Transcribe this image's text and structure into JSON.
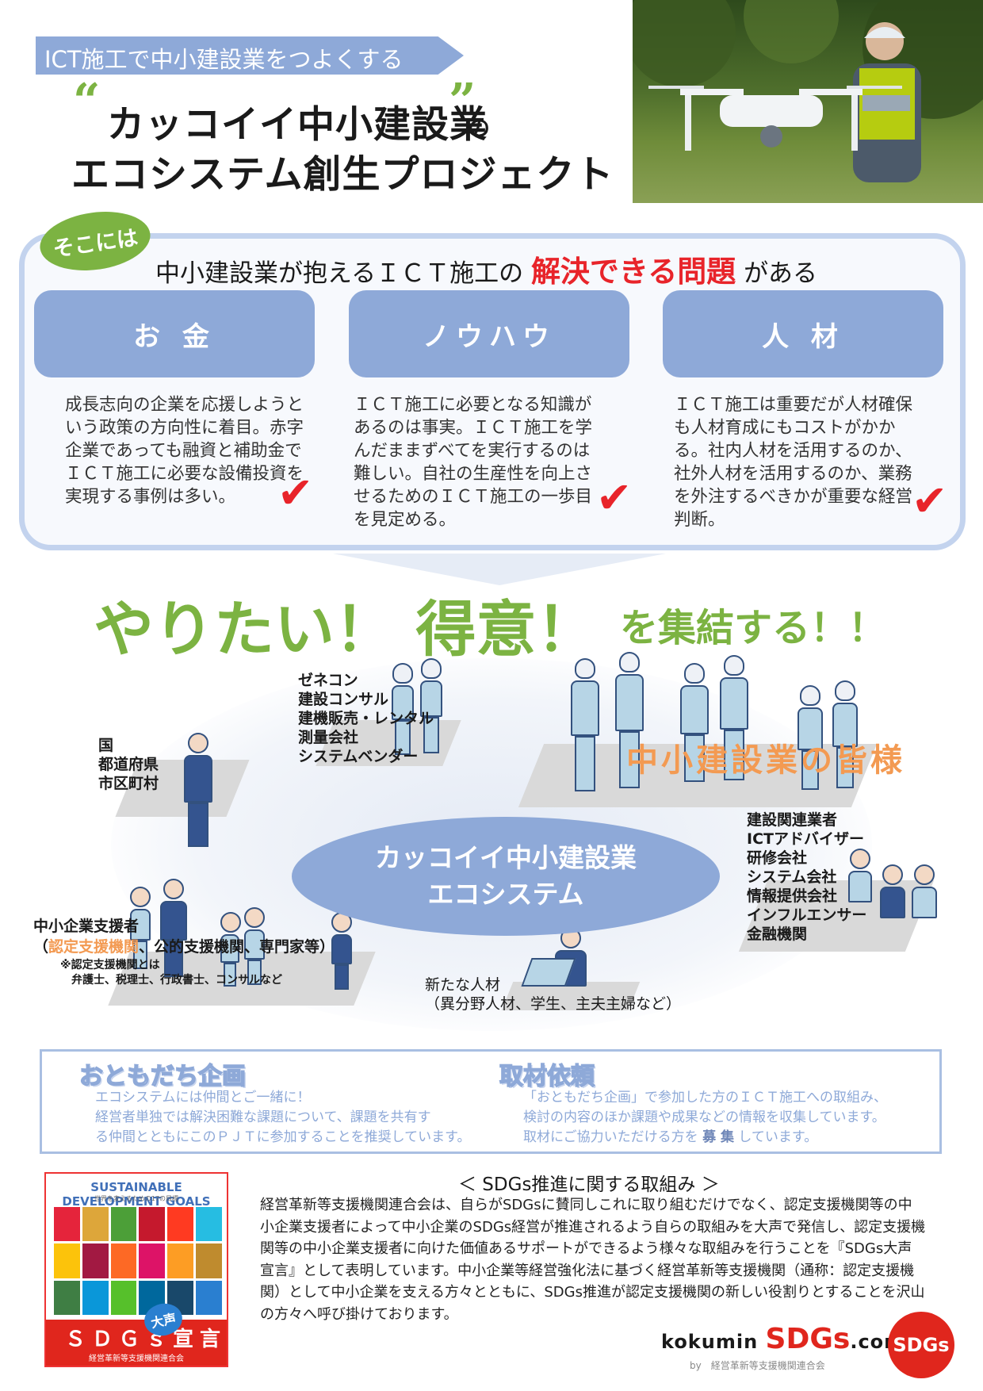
{
  "header": {
    "tagline": "ICT施工で中小建設業をつよくする",
    "open_quote": "“",
    "title_line1": "カッコイイ中小建設業",
    "close_quote": "”",
    "title_no": "の",
    "title_line2": "エコシステム創生プロジェクト"
  },
  "problems": {
    "badge": "そこには",
    "heading_pre": "中小建設業が抱えるＩＣＴ施工の",
    "heading_highlight": "解決できる問題",
    "heading_post": "がある",
    "items": [
      {
        "title": "お 金",
        "text": "成長志向の企業を応援しようという政策の方向性に着目。赤字企業であっても融資と補助金でＩＣＴ施工に必要な設備投資を実現する事例は多い。"
      },
      {
        "title": "ノウハウ",
        "text": "ＩＣＴ施工に必要となる知識があるのは事実。ＩＣＴ施工を学んだままずべてを実行するのは難しい。自社の生産性を向上させるためのＩＣＴ施工の一歩目を見定める。"
      },
      {
        "title": "人 材",
        "text": "ＩＣＴ施工は重要だが人材確保も人材育成にもコストがかかる。社内人材を活用するのか、社外人材を活用するのか、業務を外注するべきかが重要な経営判断。"
      }
    ]
  },
  "slogan": {
    "main": "やりたい！ 得意！",
    "sub": "を集結する！！"
  },
  "ecosystem": {
    "center_line1": "カッコイイ中小建設業",
    "center_line2": "エコシステム",
    "gov_lines": [
      "国",
      "都道府県",
      "市区町村"
    ],
    "general_lines": [
      "ゼネコン",
      "建設コンサル",
      "建機販売・レンタル",
      "測量会社",
      "システムベンダー"
    ],
    "smb_label": "中小建設業の皆様",
    "related_lines": [
      "建設関連業者",
      "ICTアドバイザー",
      "研修会社",
      "システム会社",
      "情報提供会社",
      "インフルエンサー",
      "金融機関"
    ],
    "support_title": "中小企業支援者",
    "support_open": "（",
    "support_highlight": "認定支援機関",
    "support_rest": "、公的支援機関、専門家等）",
    "support_note1": "※認定支援機関とは",
    "support_note2": "弁護士、税理士、行政書士、コンサルなど",
    "new_talent_line1": "新たな人材",
    "new_talent_line2": "（異分野人材、学生、主夫主婦など）"
  },
  "friends": {
    "title": "おともだち企画",
    "lines": [
      "エコシステムには仲間とご一緒に！",
      "経営者単独では解決困難な課題について、課題を共有す",
      "る仲間とともにこのＰＪＴに参加することを推奨しています。"
    ]
  },
  "interview": {
    "title": "取材依頼",
    "lines": [
      "「おともだち企画」で参加した方のＩＣＴ施工への取組み、",
      "検討の内容のほか課題や成果などの情報を収集しています。"
    ],
    "line3_pre": "取材にご協力いただける方を",
    "line3_bold": "募 集",
    "line3_post": "しています。"
  },
  "sdgs": {
    "logo_title": "SUSTAINABLE DEVELOPMENT GOALS",
    "logo_sub": "世界を変えるための17の目標",
    "declaration": "ＳＤＧｓ宣言",
    "oogoe": "大声",
    "org": "経営革新等支援機関連合会",
    "heading": "＜ SDGs推進に関する取組み ＞",
    "paragraph": "経営革新等支援機関連合会は、自らがSDGsに賛同しこれに取り組むだけでなく、認定支援機関等の中小企業支援者によって中小企業のSDGs経営が推進されるよう自らの取組みを大声で発信し、認定支援機関等の中小企業支援者に向けた価値あるサポートができるよう様々な取組みを行うことを『SDGs大声宣言』として表明しています。中小企業等経営強化法に基づく経営革新等支援機関（通称：認定支援機関）として中小企業を支える方々とともに、SDGs推進が認定支援機関の新しい役割りとすることを沢山の方々へ呼び掛けております。",
    "site_pre": "kokumin",
    "site_mid": "SDGs",
    "site_post": ".com",
    "site_by": "by　経営革新等支援機関連合会",
    "mark": "SDGs",
    "grid_colors": [
      "#e5243b",
      "#dda63a",
      "#4c9f38",
      "#c5192d",
      "#ff3a21",
      "#26bde2",
      "#fcc30b",
      "#a21942",
      "#fd6925",
      "#dd1367",
      "#fd9d24",
      "#bf8b2e",
      "#3f7e44",
      "#0a97d9",
      "#56c02b",
      "#00689d",
      "#19486a",
      "#2a7fd0"
    ]
  }
}
